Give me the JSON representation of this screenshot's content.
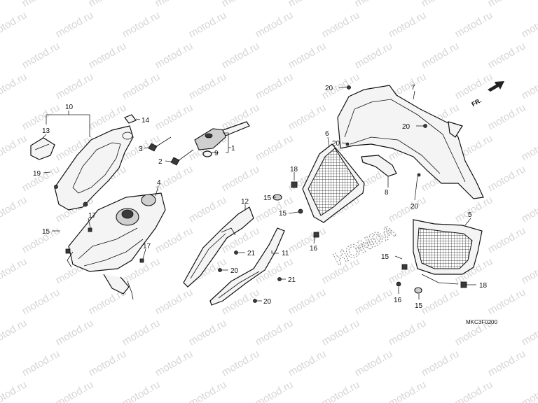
{
  "watermark": "motod.ru",
  "diagram_code": "MKC3F0200",
  "direction_label": "FR.",
  "brand_mark": "HONDA",
  "callouts": {
    "c10": "10",
    "c13": "13",
    "c14": "14",
    "c19": "19",
    "c15a": "15",
    "c17a": "17",
    "c17b": "17",
    "c3": "3",
    "c2": "2",
    "c9": "9",
    "c1": "1",
    "c4": "4",
    "c12": "12",
    "c21a": "21",
    "c20a": "20",
    "c11": "11",
    "c21b": "21",
    "c20b": "20",
    "c18a": "18",
    "c15b": "15",
    "c15c": "15",
    "c16a": "16",
    "c6": "6",
    "c20c": "20",
    "c7": "7",
    "c20d": "20",
    "c20e": "20",
    "c8": "8",
    "c20f": "20",
    "c5": "5",
    "c15d": "15",
    "c16b": "16",
    "c15e": "15",
    "c18b": "18"
  }
}
